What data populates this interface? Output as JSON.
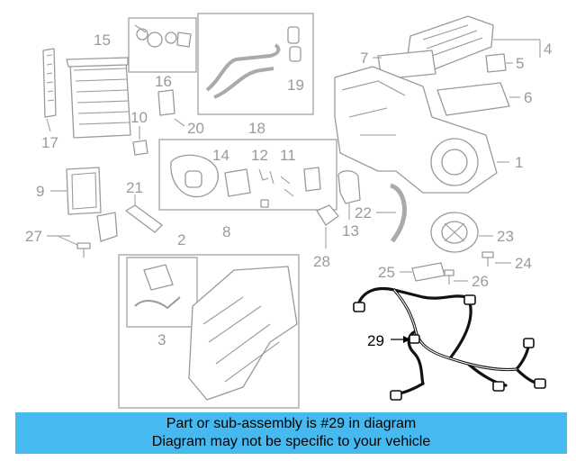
{
  "diagram": {
    "callouts": {
      "c1": "1",
      "c2": "2",
      "c3": "3",
      "c4": "4",
      "c5": "5",
      "c6": "6",
      "c7": "7",
      "c8": "8",
      "c9": "9",
      "c10": "10",
      "c11": "11",
      "c12": "12",
      "c13": "13",
      "c14": "14",
      "c15": "15",
      "c16": "16",
      "c17": "17",
      "c18": "18",
      "c19": "19",
      "c20": "20",
      "c21": "21",
      "c22": "22",
      "c23": "23",
      "c24": "24",
      "c25": "25",
      "c26": "26",
      "c27": "27",
      "c28": "28",
      "c29": "29"
    },
    "highlighted_part": "29"
  },
  "banner": {
    "line1": "Part or sub-assembly is #29 in diagram",
    "line2": "Diagram may not be specific to your vehicle",
    "color": "#46baf0"
  }
}
